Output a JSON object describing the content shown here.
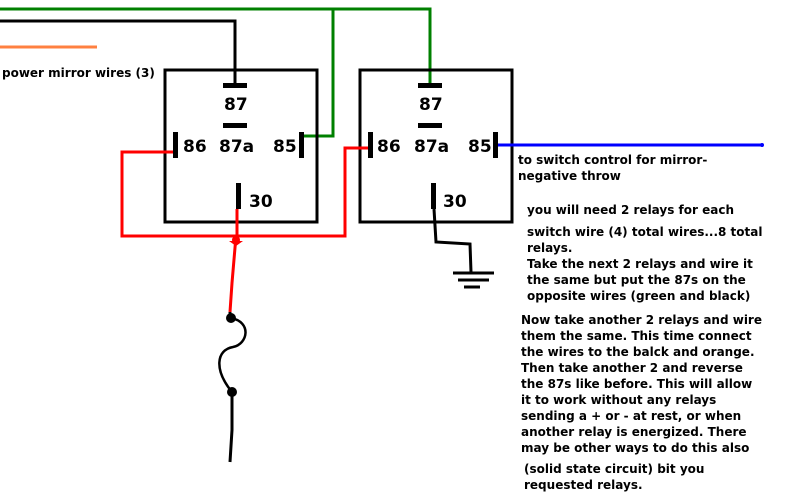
{
  "diagram": {
    "power_label": "power mirror wires (3)",
    "relay1": {
      "pin87": "87",
      "pin87a": "87a",
      "pin86": "86",
      "pin85": "85",
      "pin30": "30"
    },
    "relay2": {
      "pin87": "87",
      "pin87a": "87a",
      "pin86": "86",
      "pin85": "85",
      "pin30": "30"
    },
    "switch_label_line1": "to switch control for mirror-",
    "switch_label_line2": "negative throw",
    "note_block_1": [
      "you will need 2 relays for each",
      "switch wire (4) total wires...8 total",
      "relays.",
      "Take the next 2 relays and wire it",
      "the same but put the 87s on the",
      "opposite wires (green and black)"
    ],
    "note_block_2": [
      "Now take another 2 relays and wire",
      "them the same. This time connect",
      "the wires to the balck and orange.",
      "Then take another 2 and reverse",
      "the 87s like before. This will allow",
      "it to work without any relays",
      "sending a + or - at rest, or when",
      "another relay is energized. There",
      "may be other ways to do this also",
      "(solid state circuit) bit you",
      "requested relays."
    ],
    "colors": {
      "black": "#000000",
      "green": "#008000",
      "orange": "#ff8040",
      "red": "#ff0000",
      "blue": "#0000ff",
      "background": "#ffffff"
    }
  }
}
